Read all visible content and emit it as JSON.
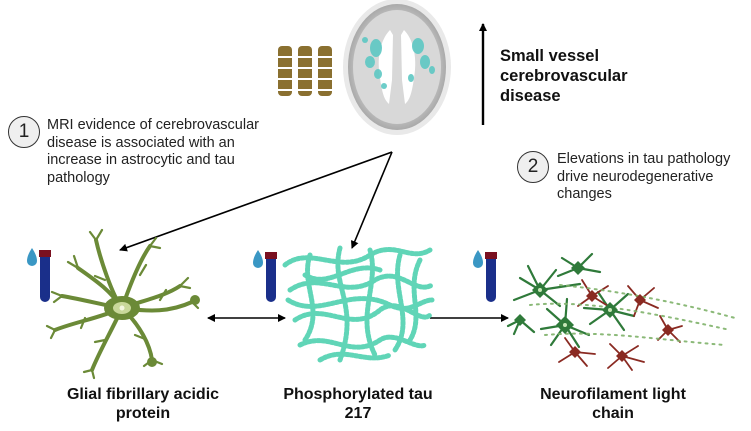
{
  "arrow_label": "Small vessel cerebrovascular disease",
  "arrow_label_lines": [
    "Small vessel",
    "cerebrovascular",
    "disease"
  ],
  "step1": {
    "number": "1",
    "lines": [
      "MRI evidence of cerebrovascular",
      "disease is associated with an",
      "increase in astrocytic and tau",
      "pathology"
    ]
  },
  "step2": {
    "number": "2",
    "lines": [
      "Elevations in tau pathology",
      "drive neurodegenerative",
      "changes"
    ]
  },
  "biomarkers": [
    {
      "lines": [
        "Glial fibrillary acidic",
        "protein"
      ]
    },
    {
      "lines": [
        "Phosphorylated tau",
        "217"
      ]
    },
    {
      "lines": [
        "Neurofilament light",
        "chain"
      ]
    }
  ],
  "colors": {
    "astrocyte": "#6b8a37",
    "tau": "#4fd1b0",
    "neuron_green": "#2f7a3a",
    "neuron_red": "#8a2a22",
    "vial_blue": "#1a2f8a",
    "drop": "#3a97c4",
    "lesion": "#5ec8c4",
    "bars": "#8a7030"
  },
  "icons": [
    "blood-drop-icon",
    "blood-tube-icon",
    "brain-mri-icon",
    "column-bars-icon"
  ]
}
